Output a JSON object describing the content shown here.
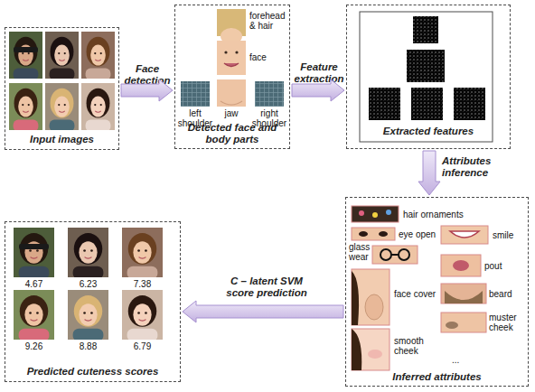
{
  "diagram": {
    "nodes": [
      {
        "text": [
          "Input images"
        ]
      },
      {
        "text": [
          "Detected face and body parts"
        ]
      },
      {
        "text": [
          "Extracted features"
        ]
      },
      {
        "text": [
          "Inferred attributes"
        ]
      },
      {
        "text": [
          "Predicted cuteness scores"
        ]
      }
    ],
    "edges": [
      {
        "from": 0,
        "to": 1,
        "label": "Face detection",
        "arrow": "to"
      },
      {
        "from": 1,
        "to": 2,
        "label": "Feature extraction",
        "arrow": "to"
      },
      {
        "from": 2,
        "to": 3,
        "label": "Attributes inference",
        "arrow": "to"
      },
      {
        "from": 3,
        "to": 4,
        "label": "C – latent SVM score prediction",
        "arrow": "to"
      }
    ],
    "labels": [
      "forehead & hair",
      "face",
      "left shoulder",
      "jaw",
      "right shoulder",
      "hair ornaments",
      "eye open",
      "smile",
      "glass wear",
      "pout",
      "face cover",
      "beard",
      "muster cheek",
      "smooth cheek",
      "...",
      "4.67",
      "6.23",
      "7.38",
      "9.26",
      "8.88",
      "6.79"
    ]
  }
}
